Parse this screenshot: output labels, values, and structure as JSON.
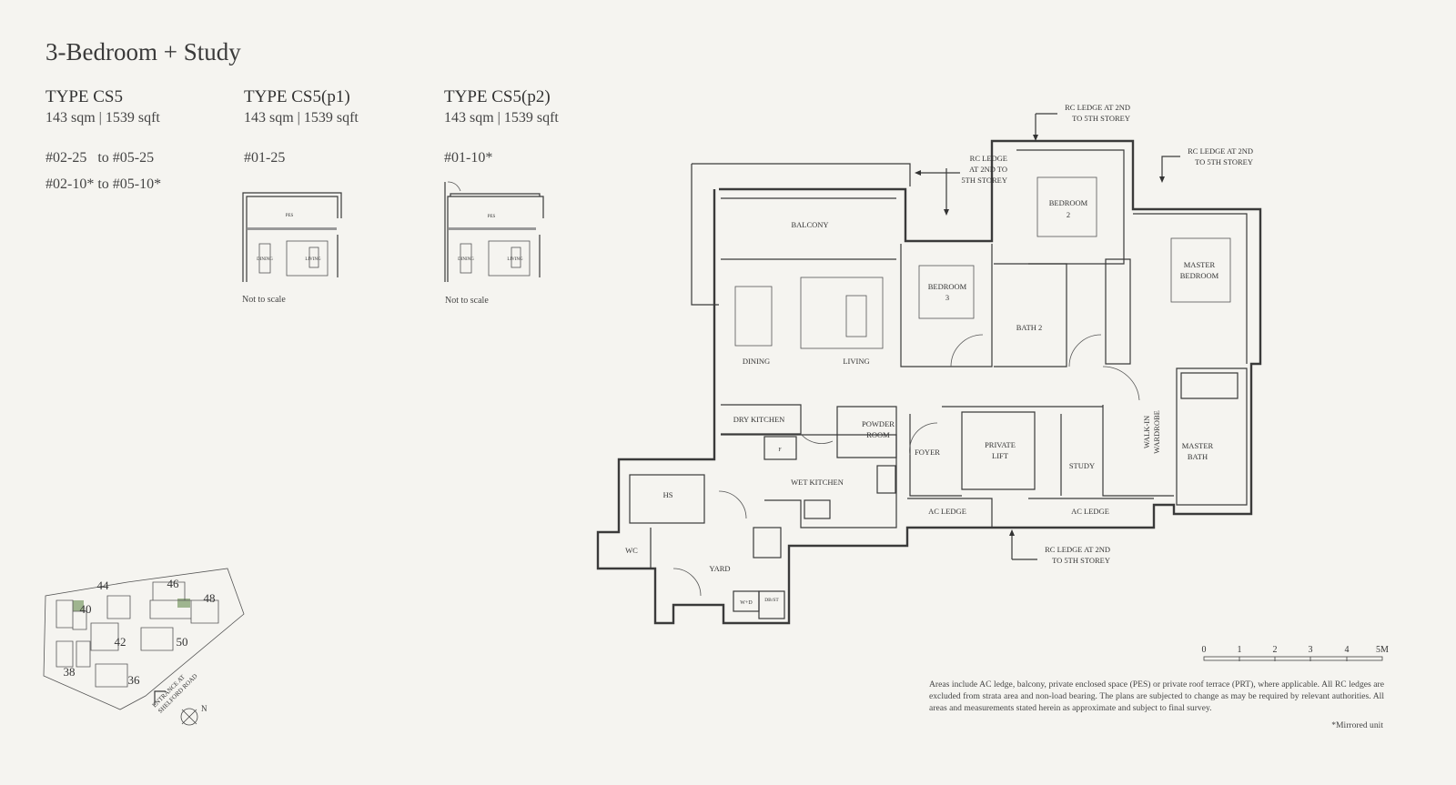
{
  "title": "3-Bedroom + Study",
  "types": [
    {
      "name": "TYPE CS5",
      "area": "143 sqm | 1539 sqft",
      "units": [
        "#02-25   to #05-25",
        "#02-10* to #05-10*"
      ]
    },
    {
      "name": "TYPE CS5(p1)",
      "area": "143 sqm | 1539 sqft",
      "units": [
        "#01-25"
      ],
      "keyplan": {
        "pes": "PES",
        "dining": "DINING",
        "living": "LIVING",
        "note": "Not to scale"
      }
    },
    {
      "name": "TYPE CS5(p2)",
      "area": "143 sqm | 1539 sqft",
      "units": [
        "#01-10*"
      ],
      "keyplan": {
        "pes": "PES",
        "dining": "DINING",
        "living": "LIVING",
        "note": "Not to scale"
      }
    }
  ],
  "floorplan": {
    "rooms": {
      "balcony": "BALCONY",
      "dining": "DINING",
      "living": "LIVING",
      "bedroom3": [
        "BEDROOM",
        "3"
      ],
      "bath2": "BATH 2",
      "bedroom2": [
        "BEDROOM",
        "2"
      ],
      "master_bedroom": [
        "MASTER",
        "BEDROOM"
      ],
      "master_bath": [
        "MASTER",
        "BATH"
      ],
      "walk_in_wardrobe": [
        "WALK-IN",
        "WARDROBE"
      ],
      "dry_kitchen": "DRY KITCHEN",
      "powder_room": [
        "POWDER",
        "ROOM"
      ],
      "foyer": "FOYER",
      "private_lift": [
        "PRIVATE",
        "LIFT"
      ],
      "study": "STUDY",
      "wet_kitchen": "WET KITCHEN",
      "hs": "HS",
      "wc": "WC",
      "yard": "YARD",
      "ac_ledge_1": "AC LEDGE",
      "ac_ledge_2": "AC LEDGE",
      "fridge": "F",
      "washer_dryer": "W+D",
      "db_st": "DB/ST"
    },
    "annotations": {
      "rc_top": [
        "RC LEDGE AT 2ND",
        "TO 5TH STOREY"
      ],
      "rc_left": [
        "RC LEDGE",
        "AT 2ND TO",
        "5TH STOREY"
      ],
      "rc_right": [
        "RC LEDGE AT 2ND",
        "TO 5TH STOREY"
      ],
      "rc_bottom": [
        "RC LEDGE AT 2ND",
        "TO 5TH STOREY"
      ]
    }
  },
  "scale_bar": {
    "labels": [
      "0",
      "1",
      "2",
      "3",
      "4",
      "5M"
    ]
  },
  "site_plan": {
    "blocks": [
      "44",
      "46",
      "48",
      "40",
      "42",
      "50",
      "38",
      "36"
    ],
    "highlight_color": "#9fb58f",
    "entrance": [
      "ENTRANCE AT",
      "SHELFORD ROAD"
    ],
    "north": "N"
  },
  "disclaimer": "Areas include AC ledge, balcony, private enclosed space (PES) or private roof terrace (PRT), where applicable. All RC ledges are excluded from strata area and non-load bearing. The plans are subjected to change as may be required by relevant authorities. All areas and measurements stated herein as approximate and subject to final survey.",
  "mirrored_note": "*Mirrored unit"
}
